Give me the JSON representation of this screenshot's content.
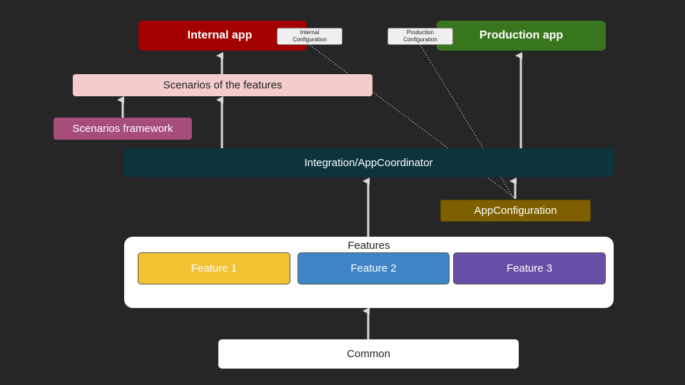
{
  "colors": {
    "background": "#262626",
    "internal_app": "#a30000",
    "production_app": "#38761d",
    "scenarios_features": "#f4cccc",
    "scenarios_framework": "#a64d79",
    "integration": "#0c343d",
    "app_configuration": "#7f6000",
    "feature1": "#f1c232",
    "feature2": "#3d85c6",
    "feature3": "#674ea7",
    "features_container": "#ffffff",
    "common": "#ffffff",
    "arrow": "#d9d9d9"
  },
  "nodes": {
    "internal_app": "Internal app",
    "internal_config_line1": "Internal",
    "internal_config_line2": "Configuration",
    "production_config_line1": "Production",
    "production_config_line2": "Configuration",
    "production_app": "Production app",
    "scenarios_features": "Scenarios of the features",
    "scenarios_framework": "Scenarios framework",
    "integration": "Integration/AppCoordinator",
    "app_configuration": "AppConfiguration",
    "features_title": "Features",
    "feature1": "Feature 1",
    "feature2": "Feature 2",
    "feature3": "Feature 3",
    "common": "Common"
  }
}
